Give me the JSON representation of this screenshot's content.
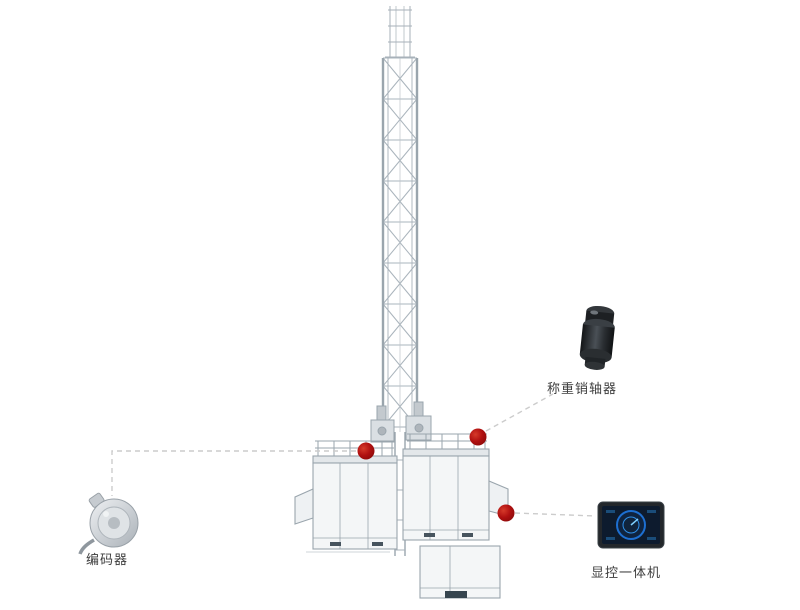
{
  "diagram": {
    "subject": "construction-hoist-sensor-placement",
    "callouts": [
      {
        "id": "encoder",
        "label": "编码器",
        "device": "rotary-encoder"
      },
      {
        "id": "load-pin",
        "label": "称重销轴器",
        "device": "load-pin-sensor"
      },
      {
        "id": "display",
        "label": "显控一体机",
        "device": "display-control-terminal"
      }
    ],
    "colors": {
      "marker_red": "#b01010",
      "dashed_line": "#cccccc",
      "structure_stroke": "#a7b1b9",
      "cage_fill": "#f4f6f7",
      "screen_blue": "#2f8fe8"
    }
  }
}
